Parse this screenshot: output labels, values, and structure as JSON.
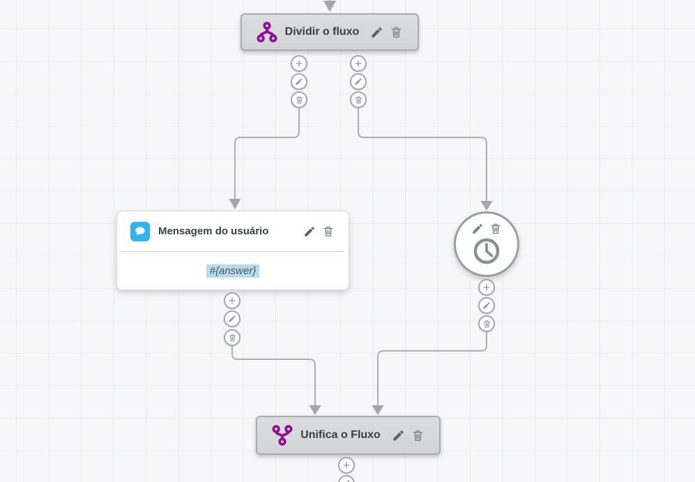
{
  "canvas": {
    "background_color": "#f7f7f9",
    "grid_line_color": "#e9ecf4",
    "connector_color": "#aeaeae"
  },
  "palette": {
    "node_gray_fill": "#d8d9db",
    "node_gray_border": "#a9abad",
    "brand_purple": "#8e0e94",
    "message_blue": "#2fb5e9",
    "variable_highlight_blue": "#b9dcec",
    "text_dark": "#3c3e41"
  },
  "nodes": {
    "split": {
      "label": "Dividir o fluxo",
      "icon": "split-flow-icon",
      "actions": [
        "edit",
        "delete"
      ]
    },
    "user_message": {
      "label": "Mensagem do usuário",
      "icon": "chat-bubble-icon",
      "body_text": "#{answer}",
      "actions": [
        "edit",
        "delete"
      ]
    },
    "timer": {
      "icon": "clock-icon",
      "actions": [
        "edit",
        "delete"
      ]
    },
    "merge": {
      "label": "Unifica o Fluxo",
      "icon": "merge-flow-icon",
      "actions": [
        "edit",
        "delete"
      ]
    }
  },
  "port_buttons": [
    "add",
    "edit",
    "delete"
  ]
}
